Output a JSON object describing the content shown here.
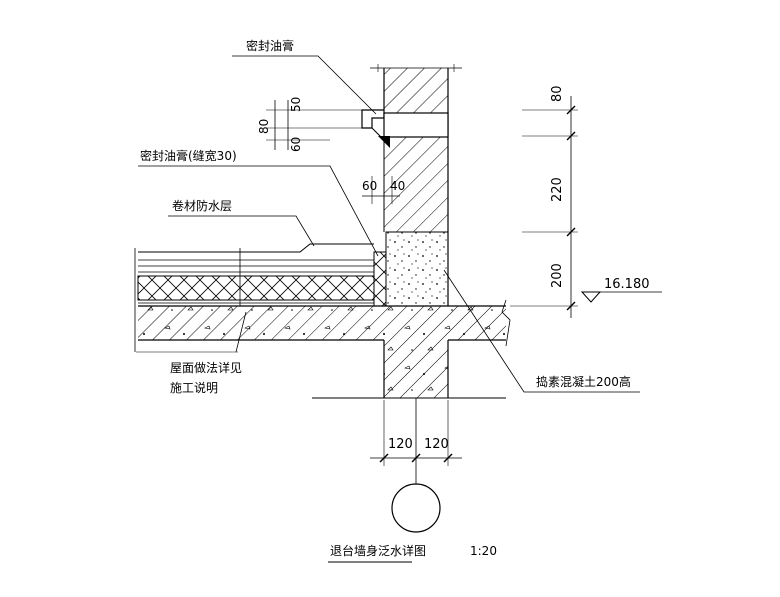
{
  "drawing": {
    "title": "退台墙身泛水详图",
    "scale": "1:20"
  },
  "annotations": {
    "sealant_top": "密封油膏",
    "sealant_joint": "密封油膏(缝宽30)",
    "membrane": "卷材防水层",
    "roof_note_line1": "屋面做法详见",
    "roof_note_line2": "施工说明",
    "concrete_note": "捣素混凝土200高"
  },
  "dimensions": {
    "left_50": "50",
    "left_60": "60",
    "left_80": "80",
    "mid_60": "60",
    "mid_40": "40",
    "right_80": "80",
    "right_220": "220",
    "right_200": "200",
    "bottom_120_left": "120",
    "bottom_120_right": "120"
  },
  "elevation": {
    "value": "16.180"
  }
}
